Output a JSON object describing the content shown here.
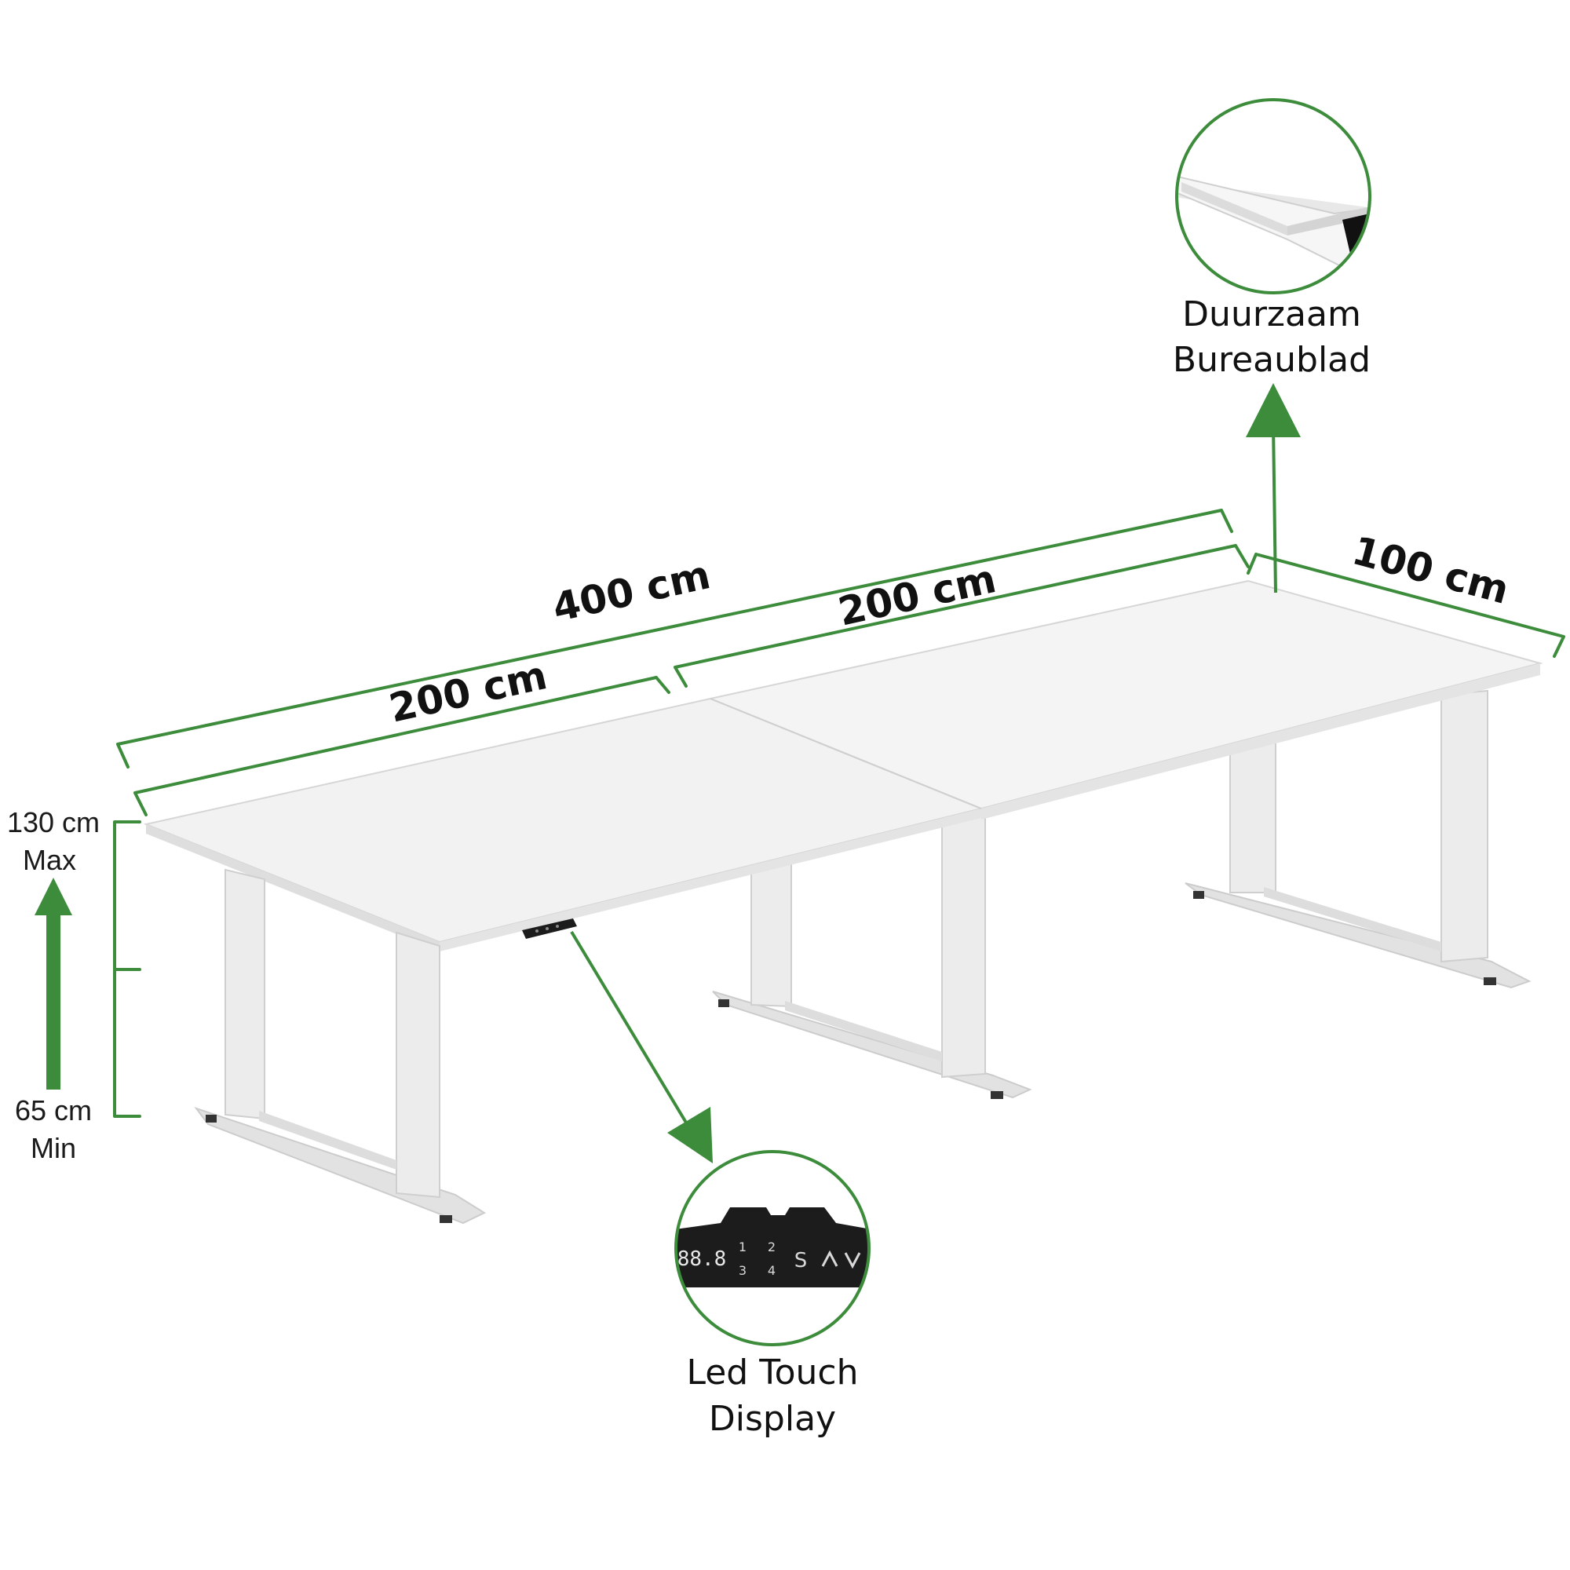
{
  "colors": {
    "accent_green": "#3c8c3c",
    "desk_top": "#f1f1f1",
    "desk_edge": "#dcdcdc",
    "frame": "#e6e6e6",
    "frame_shade": "#cfcfcf",
    "control_panel": "#1c1c1c"
  },
  "dimensions": {
    "total_length": "400 cm",
    "segment_left": "200 cm",
    "segment_right": "200 cm",
    "depth": "100 cm"
  },
  "height": {
    "max_value": "130 cm",
    "max_label": "Max",
    "min_value": "65 cm",
    "min_label": "Min"
  },
  "callouts": {
    "tabletop": {
      "line1": "Duurzaam",
      "line2": "Bureaublad"
    },
    "display": {
      "line1": "Led Touch",
      "line2": "Display"
    }
  },
  "control_panel": {
    "readout": "88.8",
    "keys": [
      "1",
      "2",
      "3",
      "4",
      "S"
    ],
    "up_icon": "chevron-up-icon",
    "down_icon": "chevron-down-icon"
  }
}
